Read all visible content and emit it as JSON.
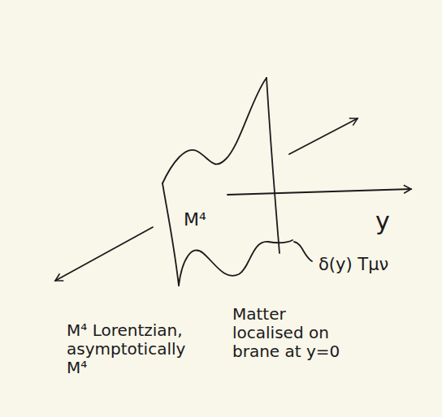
{
  "diagram": {
    "labels": [
      "M⁴",
      "y",
      "δ(y) Tμν",
      "Matter localised on brane at y=0",
      "M⁴ Lorentzian, asymptotically M⁴"
    ]
  }
}
